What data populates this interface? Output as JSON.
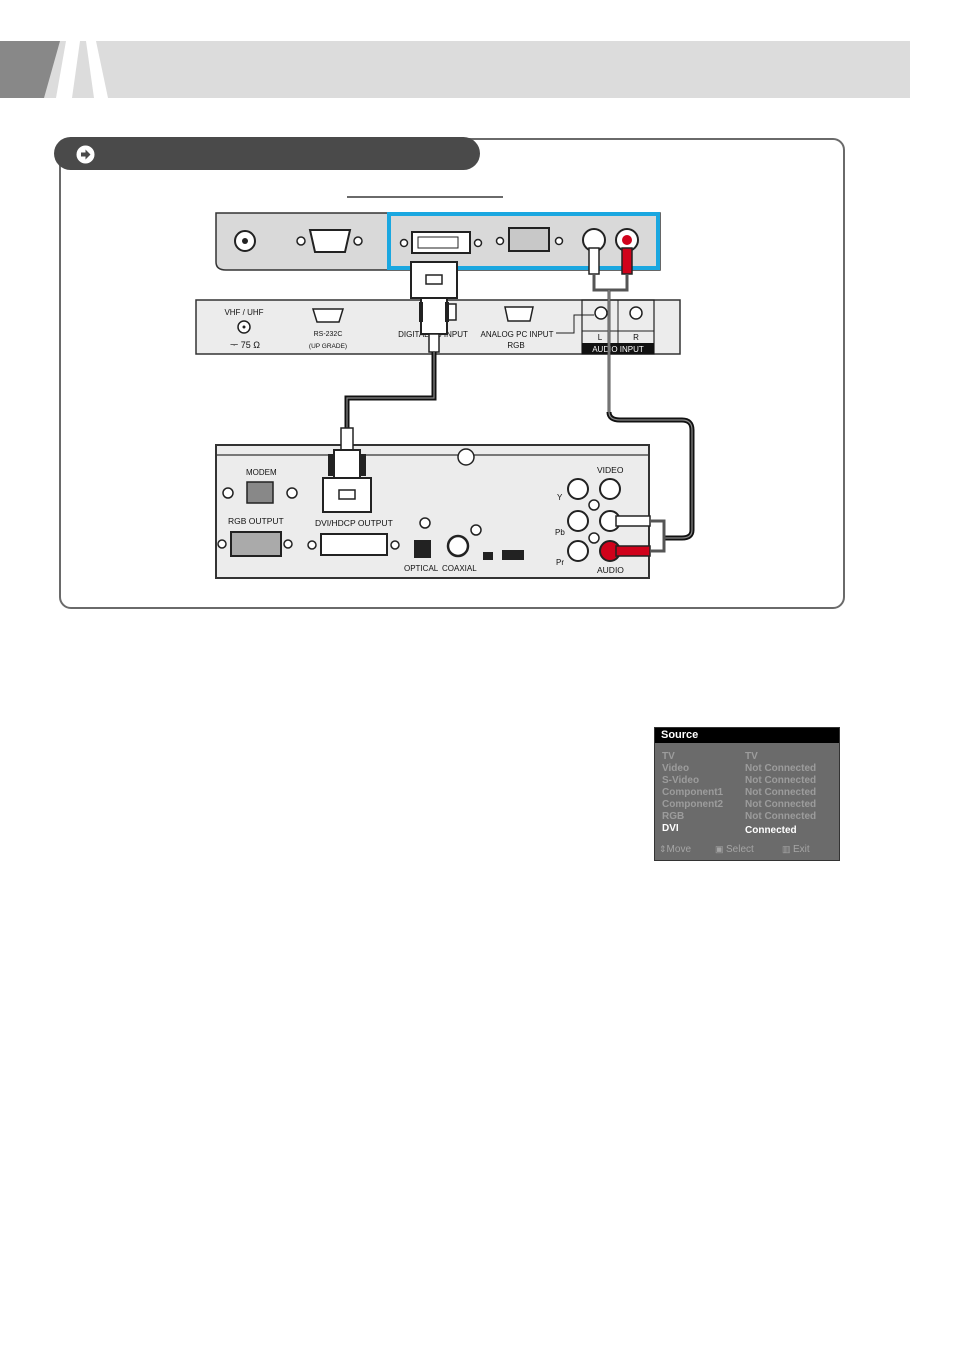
{
  "tv_panel": {
    "labels": {
      "vhf_uhf": "VHF / UHF",
      "ohm": "75 Ω",
      "rs232c": "RS-232C",
      "upgrade": "(UP GRADE)",
      "digital_input": "DIGITAL PC INPUT",
      "analog_input": "ANALOG PC INPUT",
      "rgb": "RGB",
      "audio_l": "L",
      "audio_r": "R",
      "audio_input": "AUDIO  INPUT"
    }
  },
  "device_panel": {
    "labels": {
      "modem": "MODEM",
      "rgb_output": "RGB OUTPUT",
      "dvi_output": "DVI/HDCP OUTPUT",
      "optical": "OPTICAL",
      "coaxial": "COAXIAL",
      "video": "VIDEO",
      "y": "Y",
      "pb": "Pb",
      "pr": "Pr",
      "audio": "AUDIO"
    }
  },
  "osd": {
    "title": "Source",
    "rows": [
      {
        "source": "TV",
        "status": "TV",
        "active": false
      },
      {
        "source": "Video",
        "status": "Not Connected",
        "active": false
      },
      {
        "source": "S-Video",
        "status": "Not Connected",
        "active": false
      },
      {
        "source": "Component1",
        "status": "Not Connected",
        "active": false
      },
      {
        "source": "Component2",
        "status": "Not Connected",
        "active": false
      },
      {
        "source": "RGB",
        "status": "Not Connected",
        "active": false
      },
      {
        "source": "DVI",
        "status": "Connected",
        "active": true
      }
    ],
    "footer": {
      "move": "Move",
      "select": "Select",
      "exit": "Exit"
    }
  },
  "colors": {
    "highlight": "#1aa7e0",
    "header_band": "#dcdcdc",
    "pill": "#4a4a4a",
    "red_plug": "#d0021b"
  }
}
